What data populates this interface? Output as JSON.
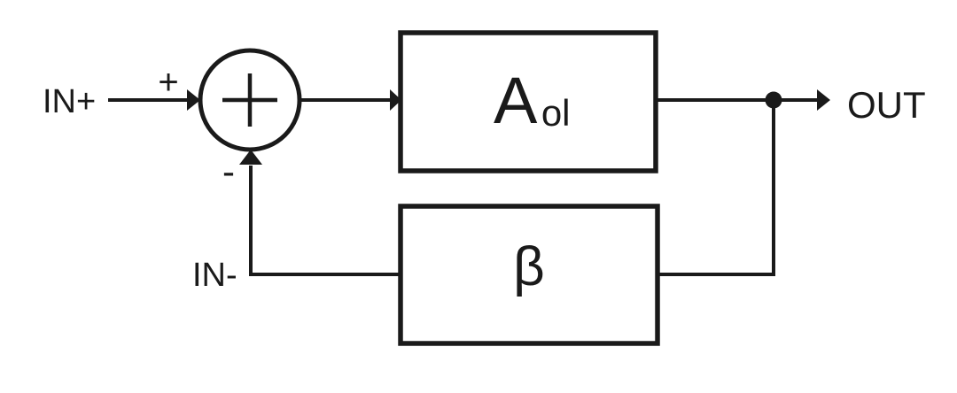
{
  "colors": {
    "line": "#1a1a1a",
    "background": "#ffffff"
  },
  "diagram": {
    "type": "block-diagram",
    "subject": "negative feedback amplifier loop",
    "labels": {
      "input_positive": "IN+",
      "input_negative": "IN-",
      "output": "OUT",
      "summing_plus": "+",
      "summing_minus": "-"
    },
    "blocks": {
      "amplifier": {
        "label_main": "A",
        "label_subscript": "ol"
      },
      "feedback": {
        "label": "β"
      }
    },
    "connections": [
      {
        "from": "IN+",
        "to": "summing-junction",
        "sign": "+",
        "arrow": true
      },
      {
        "from": "summing-junction",
        "to": "amplifier-block",
        "arrow": true
      },
      {
        "from": "amplifier-block",
        "to": "output-node",
        "arrow": false
      },
      {
        "from": "output-node",
        "to": "OUT",
        "arrow": true
      },
      {
        "from": "output-node",
        "to": "feedback-block",
        "arrow": false
      },
      {
        "from": "feedback-block",
        "to": "summing-junction",
        "sign": "-",
        "label": "IN-",
        "arrow": true
      }
    ]
  }
}
